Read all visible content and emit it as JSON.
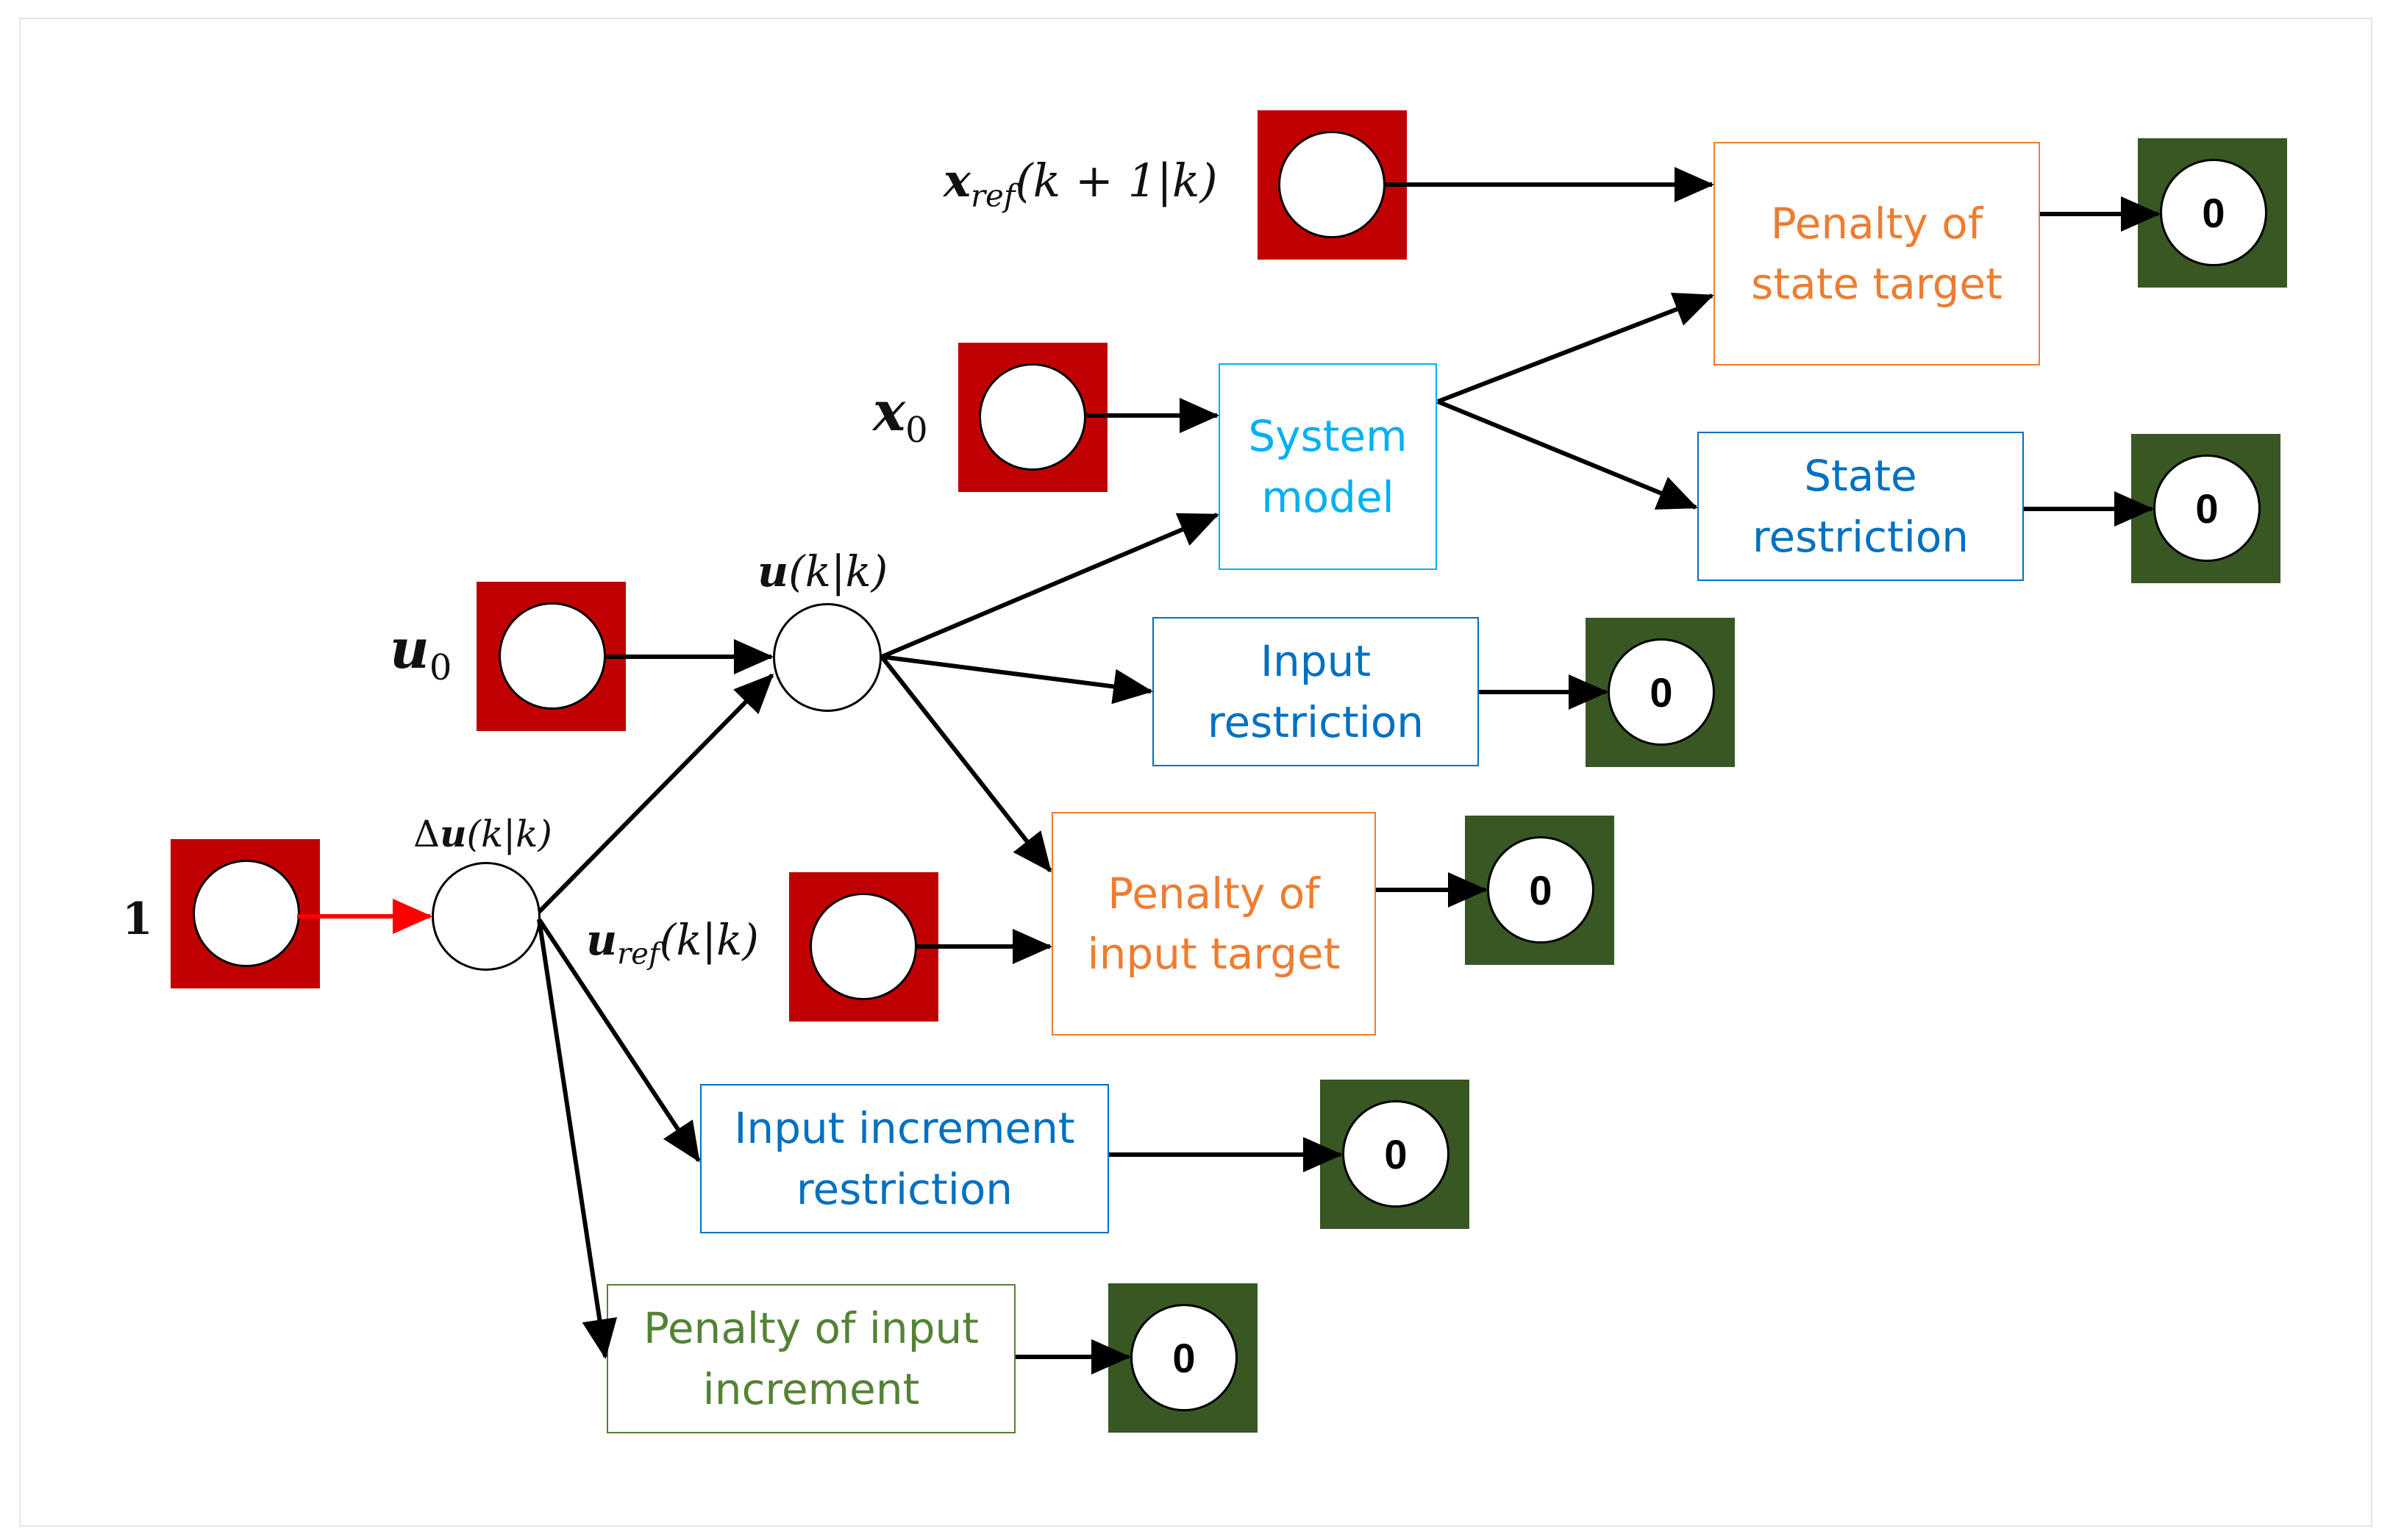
{
  "labels": {
    "one": "1",
    "u0_base": "u",
    "u0_sub": "0",
    "x0_base": "x",
    "x0_sub": "0",
    "xref_base": "x",
    "xref_sub": "ref",
    "xref_arg": "(k + 1|k)",
    "uref_base": "u",
    "uref_sub": "ref",
    "uref_arg": "(k|k)",
    "delta_u_prefix": "Δ",
    "delta_u_base": "u",
    "delta_u_arg": "(k|k)",
    "u_kk_base": "u",
    "u_kk_arg": "(k|k)"
  },
  "boxes": {
    "system_model": "System\nmodel",
    "penalty_state_target": "Penalty of\nstate target",
    "state_restriction": "State\nrestriction",
    "input_restriction": "Input\nrestriction",
    "penalty_input_target": "Penalty of\ninput target",
    "input_increment_restriction": "Input increment\nrestriction",
    "penalty_input_increment": "Penalty of input\nincrement"
  },
  "outputs": {
    "penalty_state_target": "0",
    "state_restriction": "0",
    "input_restriction": "0",
    "penalty_input_target": "0",
    "input_increment_restriction": "0",
    "penalty_input_increment": "0"
  },
  "colors": {
    "input_square": "#c00000",
    "output_square": "#385723",
    "system_model": "#00b0f0",
    "restriction": "#0070c0",
    "penalty_target": "#ed7d31",
    "penalty_increment": "#548235",
    "bias_arrow": "#ff0000",
    "arrow": "#000000"
  }
}
